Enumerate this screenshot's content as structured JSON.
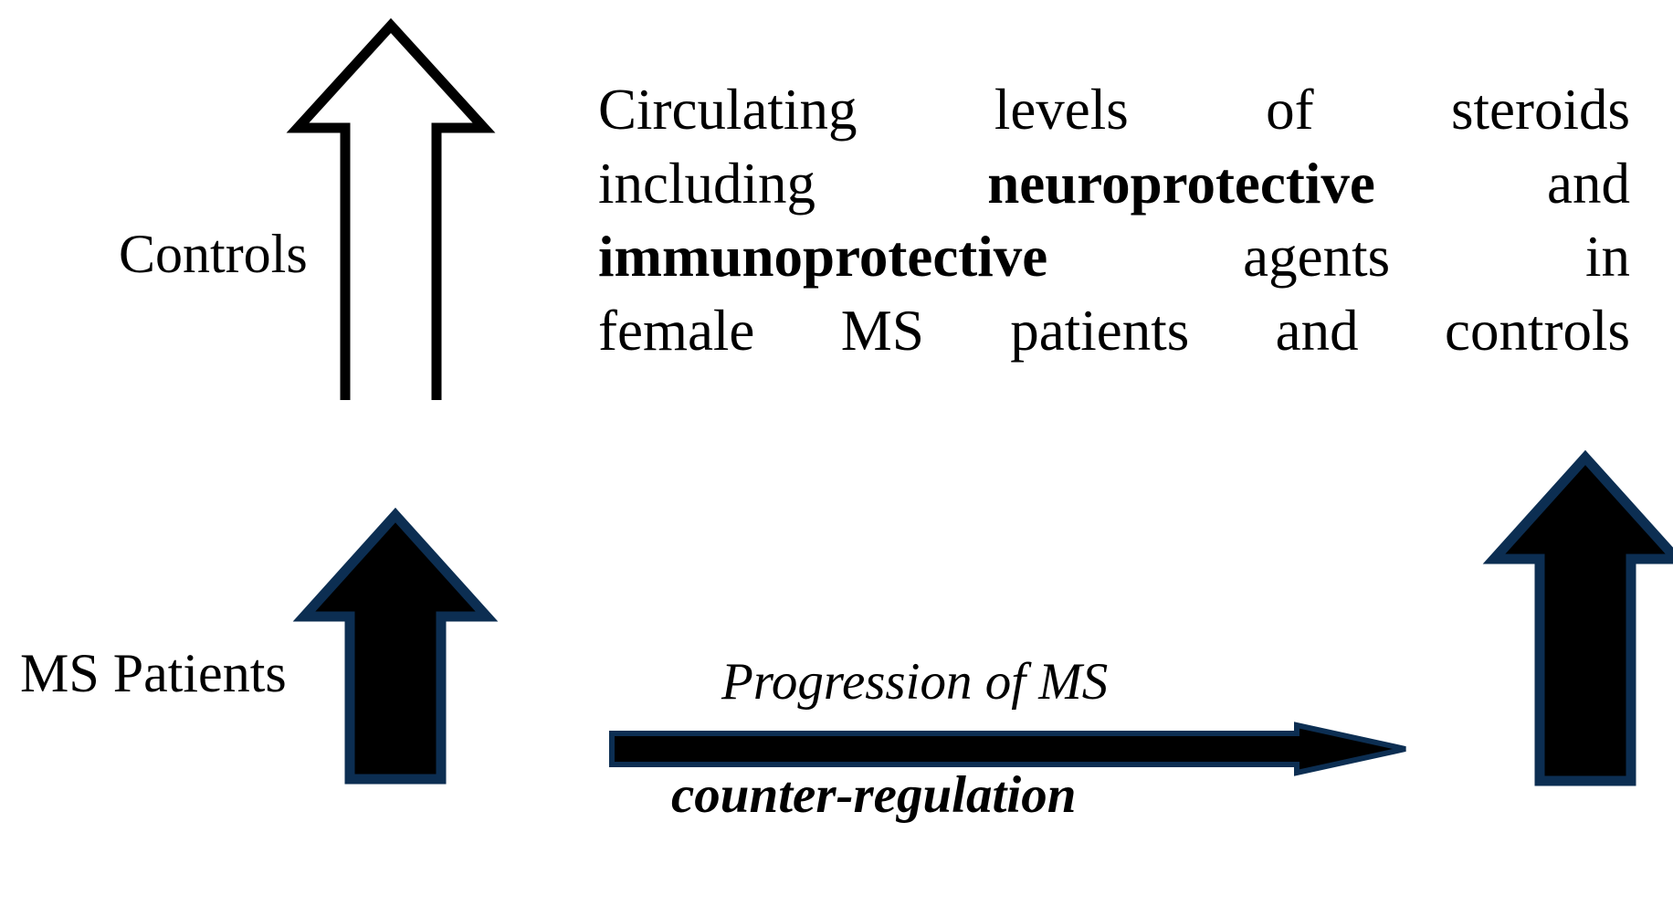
{
  "figure": {
    "background_color": "#ffffff",
    "outline_color": "#0c2e52",
    "fill_color": "#000000",
    "text_color": "#000000"
  },
  "labels": {
    "controls": "Controls",
    "ms_patients": "MS Patients"
  },
  "paragraph": {
    "line1": "Circulating levels of steroids",
    "line2_a": "including ",
    "line2_bold": "neuroprotective",
    "line2_b": " and",
    "line3_bold": "immunoprotective",
    "line3_a": " agents in",
    "line4": "female MS patients and controls",
    "full_text": "Circulating levels of steroids including neuroprotective and immunoprotective agents in female MS patients and controls"
  },
  "progression": {
    "caption_top": "Progression of MS",
    "caption_bottom": "counter-regulation"
  },
  "arrows": {
    "controls_arrow": "hollow-up-arrow",
    "ms_small_arrow": "filled-up-arrow",
    "ms_large_arrow": "filled-up-arrow",
    "progression_arrow": "filled-right-arrow"
  }
}
